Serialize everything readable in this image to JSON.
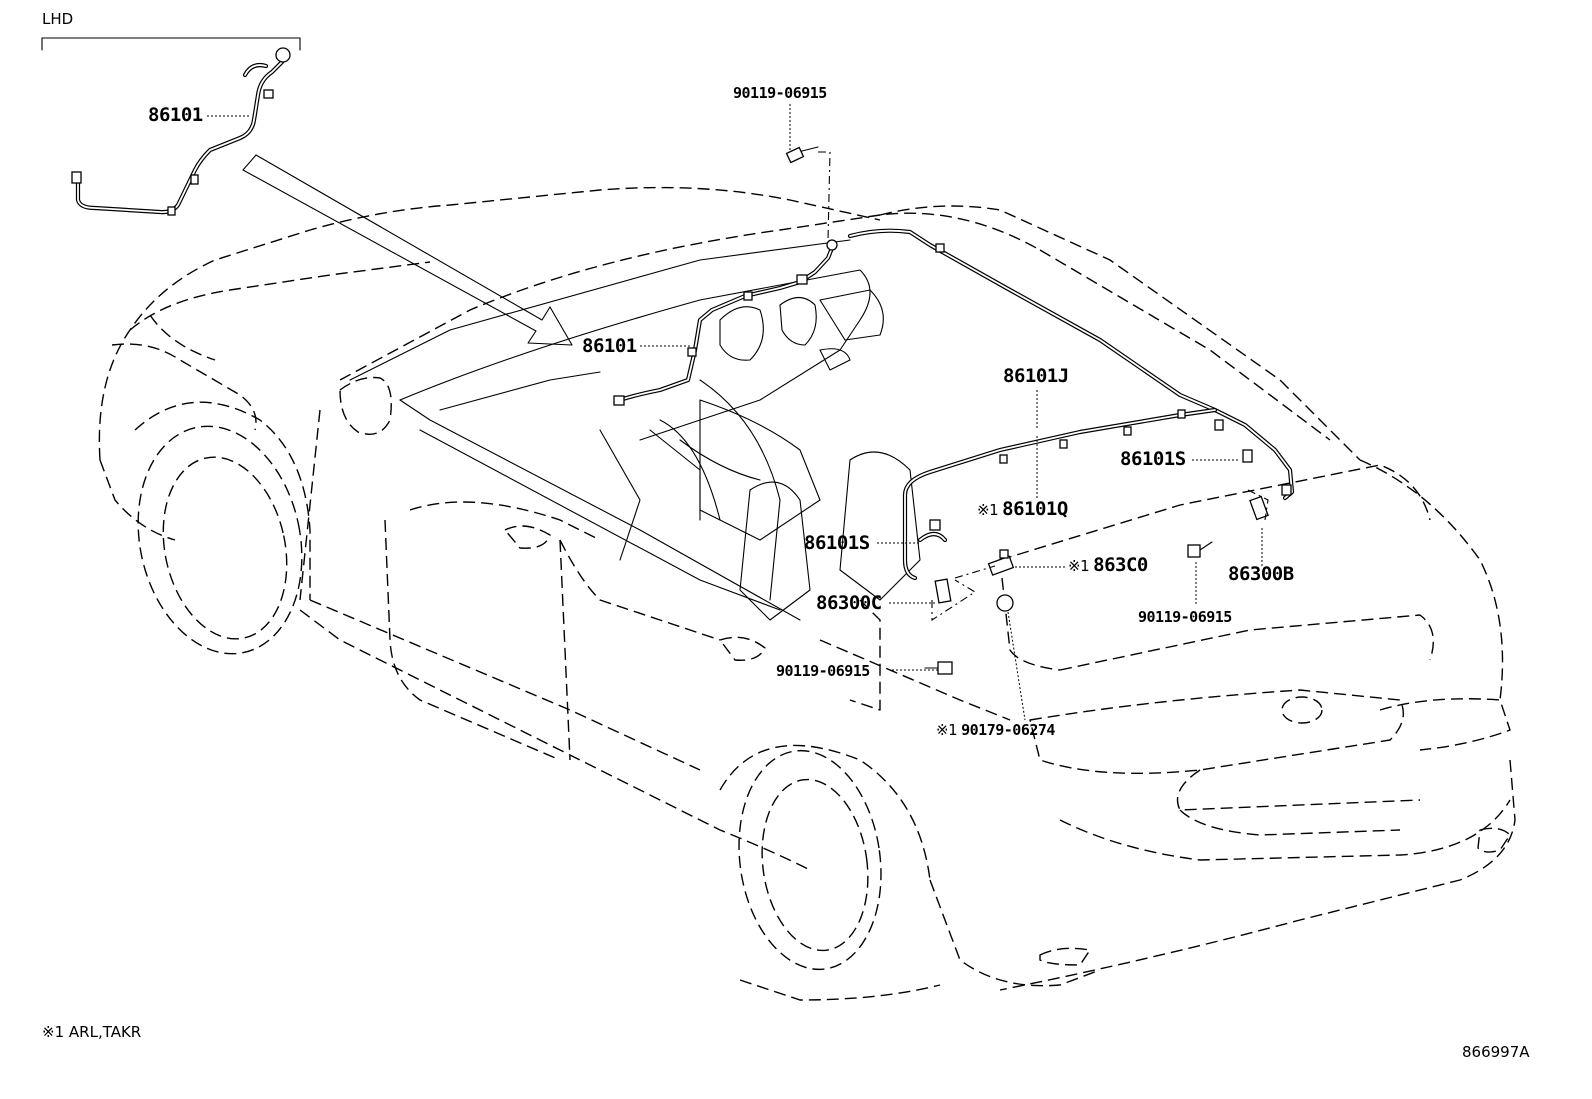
{
  "diagram": {
    "variant_label": "LHD",
    "figure_code": "866997A",
    "footnote": {
      "mark": "※1",
      "text": "ARL,TAKR"
    },
    "callouts": [
      {
        "id": "c1",
        "mark": "",
        "part": "86101"
      },
      {
        "id": "c2",
        "mark": "",
        "part": "90119-06915"
      },
      {
        "id": "c3",
        "mark": "",
        "part": "86101"
      },
      {
        "id": "c4",
        "mark": "",
        "part": "86101J"
      },
      {
        "id": "c5",
        "mark": "",
        "part": "86101S"
      },
      {
        "id": "c6",
        "mark": "※1",
        "part": "86101Q"
      },
      {
        "id": "c7",
        "mark": "",
        "part": "86101S"
      },
      {
        "id": "c8",
        "mark": "※1",
        "part": "863C0"
      },
      {
        "id": "c9",
        "mark": "",
        "part": "86300B"
      },
      {
        "id": "c10",
        "mark": "",
        "part": "86300C"
      },
      {
        "id": "c11",
        "mark": "",
        "part": "90119-06915"
      },
      {
        "id": "c12",
        "mark": "",
        "part": "90119-06915"
      },
      {
        "id": "c13",
        "mark": "※1",
        "part": "90179-06274"
      }
    ]
  }
}
